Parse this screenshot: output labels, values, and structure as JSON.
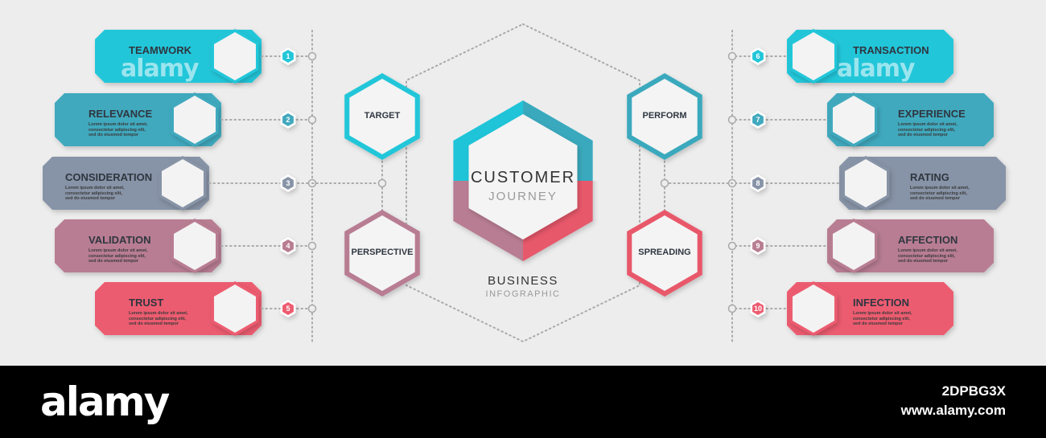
{
  "center": {
    "title_line1": "CUSTOMER",
    "title_line2": "JOURNEY",
    "sub_line1": "BUSINESS",
    "sub_line2": "INFOGRAPHIC"
  },
  "hubs": [
    {
      "label": "TARGET",
      "color": "#23c6d9"
    },
    {
      "label": "PERFORM",
      "color": "#3aa9bd"
    },
    {
      "label": "PERSPECTIVE",
      "color": "#b87d92"
    },
    {
      "label": "SPREADING",
      "color": "#e8586b"
    }
  ],
  "steps": [
    {
      "num": "1",
      "label": "TEAMWORK",
      "color": "#23c6d9"
    },
    {
      "num": "2",
      "label": "RELEVANCE",
      "color": "#41a9be",
      "text": [
        "Lorem ipsum dolor sit amet,",
        "consectetur adipiscing elit,",
        "sed do eiusmod tempor"
      ]
    },
    {
      "num": "3",
      "label": "CONSIDERATION",
      "color": "#8793a6",
      "text": [
        "Lorem ipsum dolor sit amet,",
        "consectetur adipiscing elit,",
        "sed do eiusmod tempor"
      ]
    },
    {
      "num": "4",
      "label": "VALIDATION",
      "color": "#b87d92",
      "text": [
        "Lorem ipsum dolor sit amet,",
        "consectetur adipiscing elit,",
        "sed do eiusmod tempor"
      ]
    },
    {
      "num": "5",
      "label": "TRUST",
      "color": "#ec5c6f",
      "text": [
        "Lorem ipsum dolor sit amet,",
        "consectetur adipiscing elit,",
        "sed do eiusmod tempor"
      ]
    },
    {
      "num": "6",
      "label": "TRANSACTION",
      "color": "#23c6d9"
    },
    {
      "num": "7",
      "label": "EXPERIENCE",
      "color": "#41a9be",
      "text": [
        "Lorem ipsum dolor sit amet,",
        "consectetur adipiscing elit,",
        "sed do eiusmod tempor"
      ]
    },
    {
      "num": "8",
      "label": "RATING",
      "color": "#8793a6",
      "text": [
        "Lorem ipsum dolor sit amet,",
        "consectetur adipiscing elit,",
        "sed do eiusmod tempor"
      ]
    },
    {
      "num": "9",
      "label": "AFFECTION",
      "color": "#b87d92",
      "text": [
        "Lorem ipsum dolor sit amet,",
        "consectetur adipiscing elit,",
        "sed do eiusmod tempor"
      ]
    },
    {
      "num": "10",
      "label": "INFECTION",
      "color": "#ec5c6f",
      "text": [
        "Lorem ipsum dolor sit amet,",
        "consectetur adipiscing elit,",
        "sed do eiusmod tempor"
      ]
    }
  ],
  "watermark": "alamy",
  "footer": {
    "logo": "alamy",
    "image_id": "2DPBG3X",
    "url": "www.alamy.com"
  }
}
